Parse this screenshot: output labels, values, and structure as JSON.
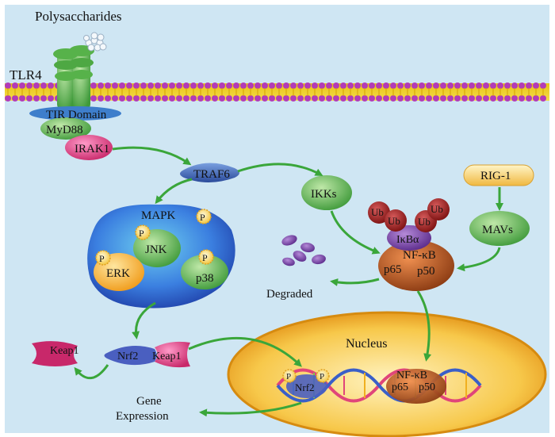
{
  "labels": {
    "polysaccharides": "Polysaccharides",
    "tlr4": "TLR4",
    "tir_domain": "TIR Domain",
    "myd88": "MyD88",
    "irak1": "IRAK1",
    "traf6": "TRAF6",
    "ikks": "IKKs",
    "rig1": "RIG-1",
    "mavs": "MAVs",
    "mapk": "MAPK",
    "jnk": "JNK",
    "erk": "ERK",
    "p38": "p38",
    "ub": "Ub",
    "ikba": "IκBα",
    "nfkb": "NF-κB",
    "p65": "p65",
    "p50": "p50",
    "degraded": "Degraded",
    "keap1": "Keap1",
    "nrf2": "Nrf2",
    "nucleus": "Nucleus",
    "gene_line1": "Gene",
    "gene_line2": "Expression",
    "p": "P"
  },
  "colors": {
    "background": "#cfe6f3",
    "arrow": "#3aa63a",
    "membrane_head": "#b23bb8",
    "membrane_tail": "#e7c316",
    "tlr4_green": "#4ea843",
    "mapk_blue": "#2c5fc4",
    "nucleus_orange": "#f2a51c"
  }
}
